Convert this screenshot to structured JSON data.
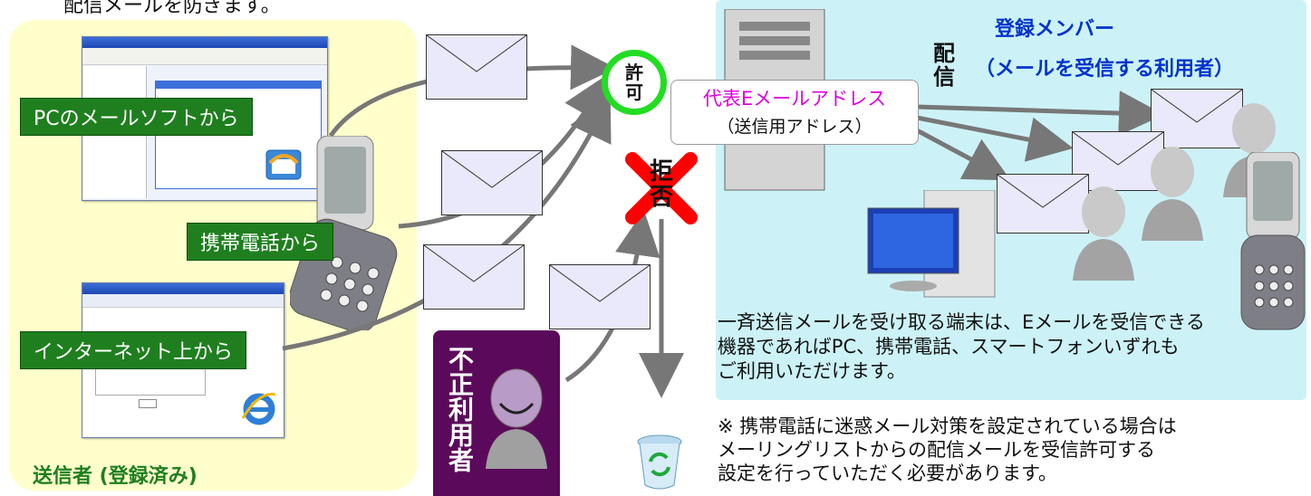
{
  "top_fragment": "配信メールを防ぎます。",
  "senders": {
    "pc_label": "PCのメールソフトから",
    "mobile_label": "携帯電話から",
    "web_label": "インターネット上から",
    "section_title": "送信者 (登録済み)"
  },
  "gate": {
    "allow_label": "許\n可",
    "deny_label": "拒\n否"
  },
  "unauthorized": {
    "label": "不正利用者"
  },
  "server": {
    "address_title": "代表Eメールアドレス",
    "address_subtitle": "（送信用アドレス）",
    "distribute_label": "配\n信"
  },
  "members": {
    "title_line1": "登録メンバー",
    "title_line2": "（メールを受信する利用者）",
    "note": "一斉送信メールを受け取る端末は、Eメールを受信できる\n機器であればPC、携帯電話、スマートフォンいずれも\nご利用いただけます。"
  },
  "footnote": "※ 携帯電話に迷惑メール対策を設定されている場合は\nメーリングリストからの配信メールを受信許可する\n設定を行っていただく必要があります。",
  "colors": {
    "sender_panel": "#ffffcc",
    "member_panel": "#ccf2f7",
    "label_green": "#1f7f1f",
    "allow_ring": "#22dd22",
    "deny_cross": "#ff0000",
    "unauthorized_bg": "#5b0a5b",
    "address_text": "#dd00dd",
    "member_title": "#0033cc"
  },
  "icons": [
    "pc-screenshot-icon",
    "flip-phone-icon",
    "web-browser-screenshot-icon",
    "ie-logo-icon",
    "envelope-icon",
    "server-tower-icon",
    "desktop-pc-icon",
    "person-silhouette-icon",
    "trash-bin-icon",
    "outlook-logo-icon"
  ]
}
